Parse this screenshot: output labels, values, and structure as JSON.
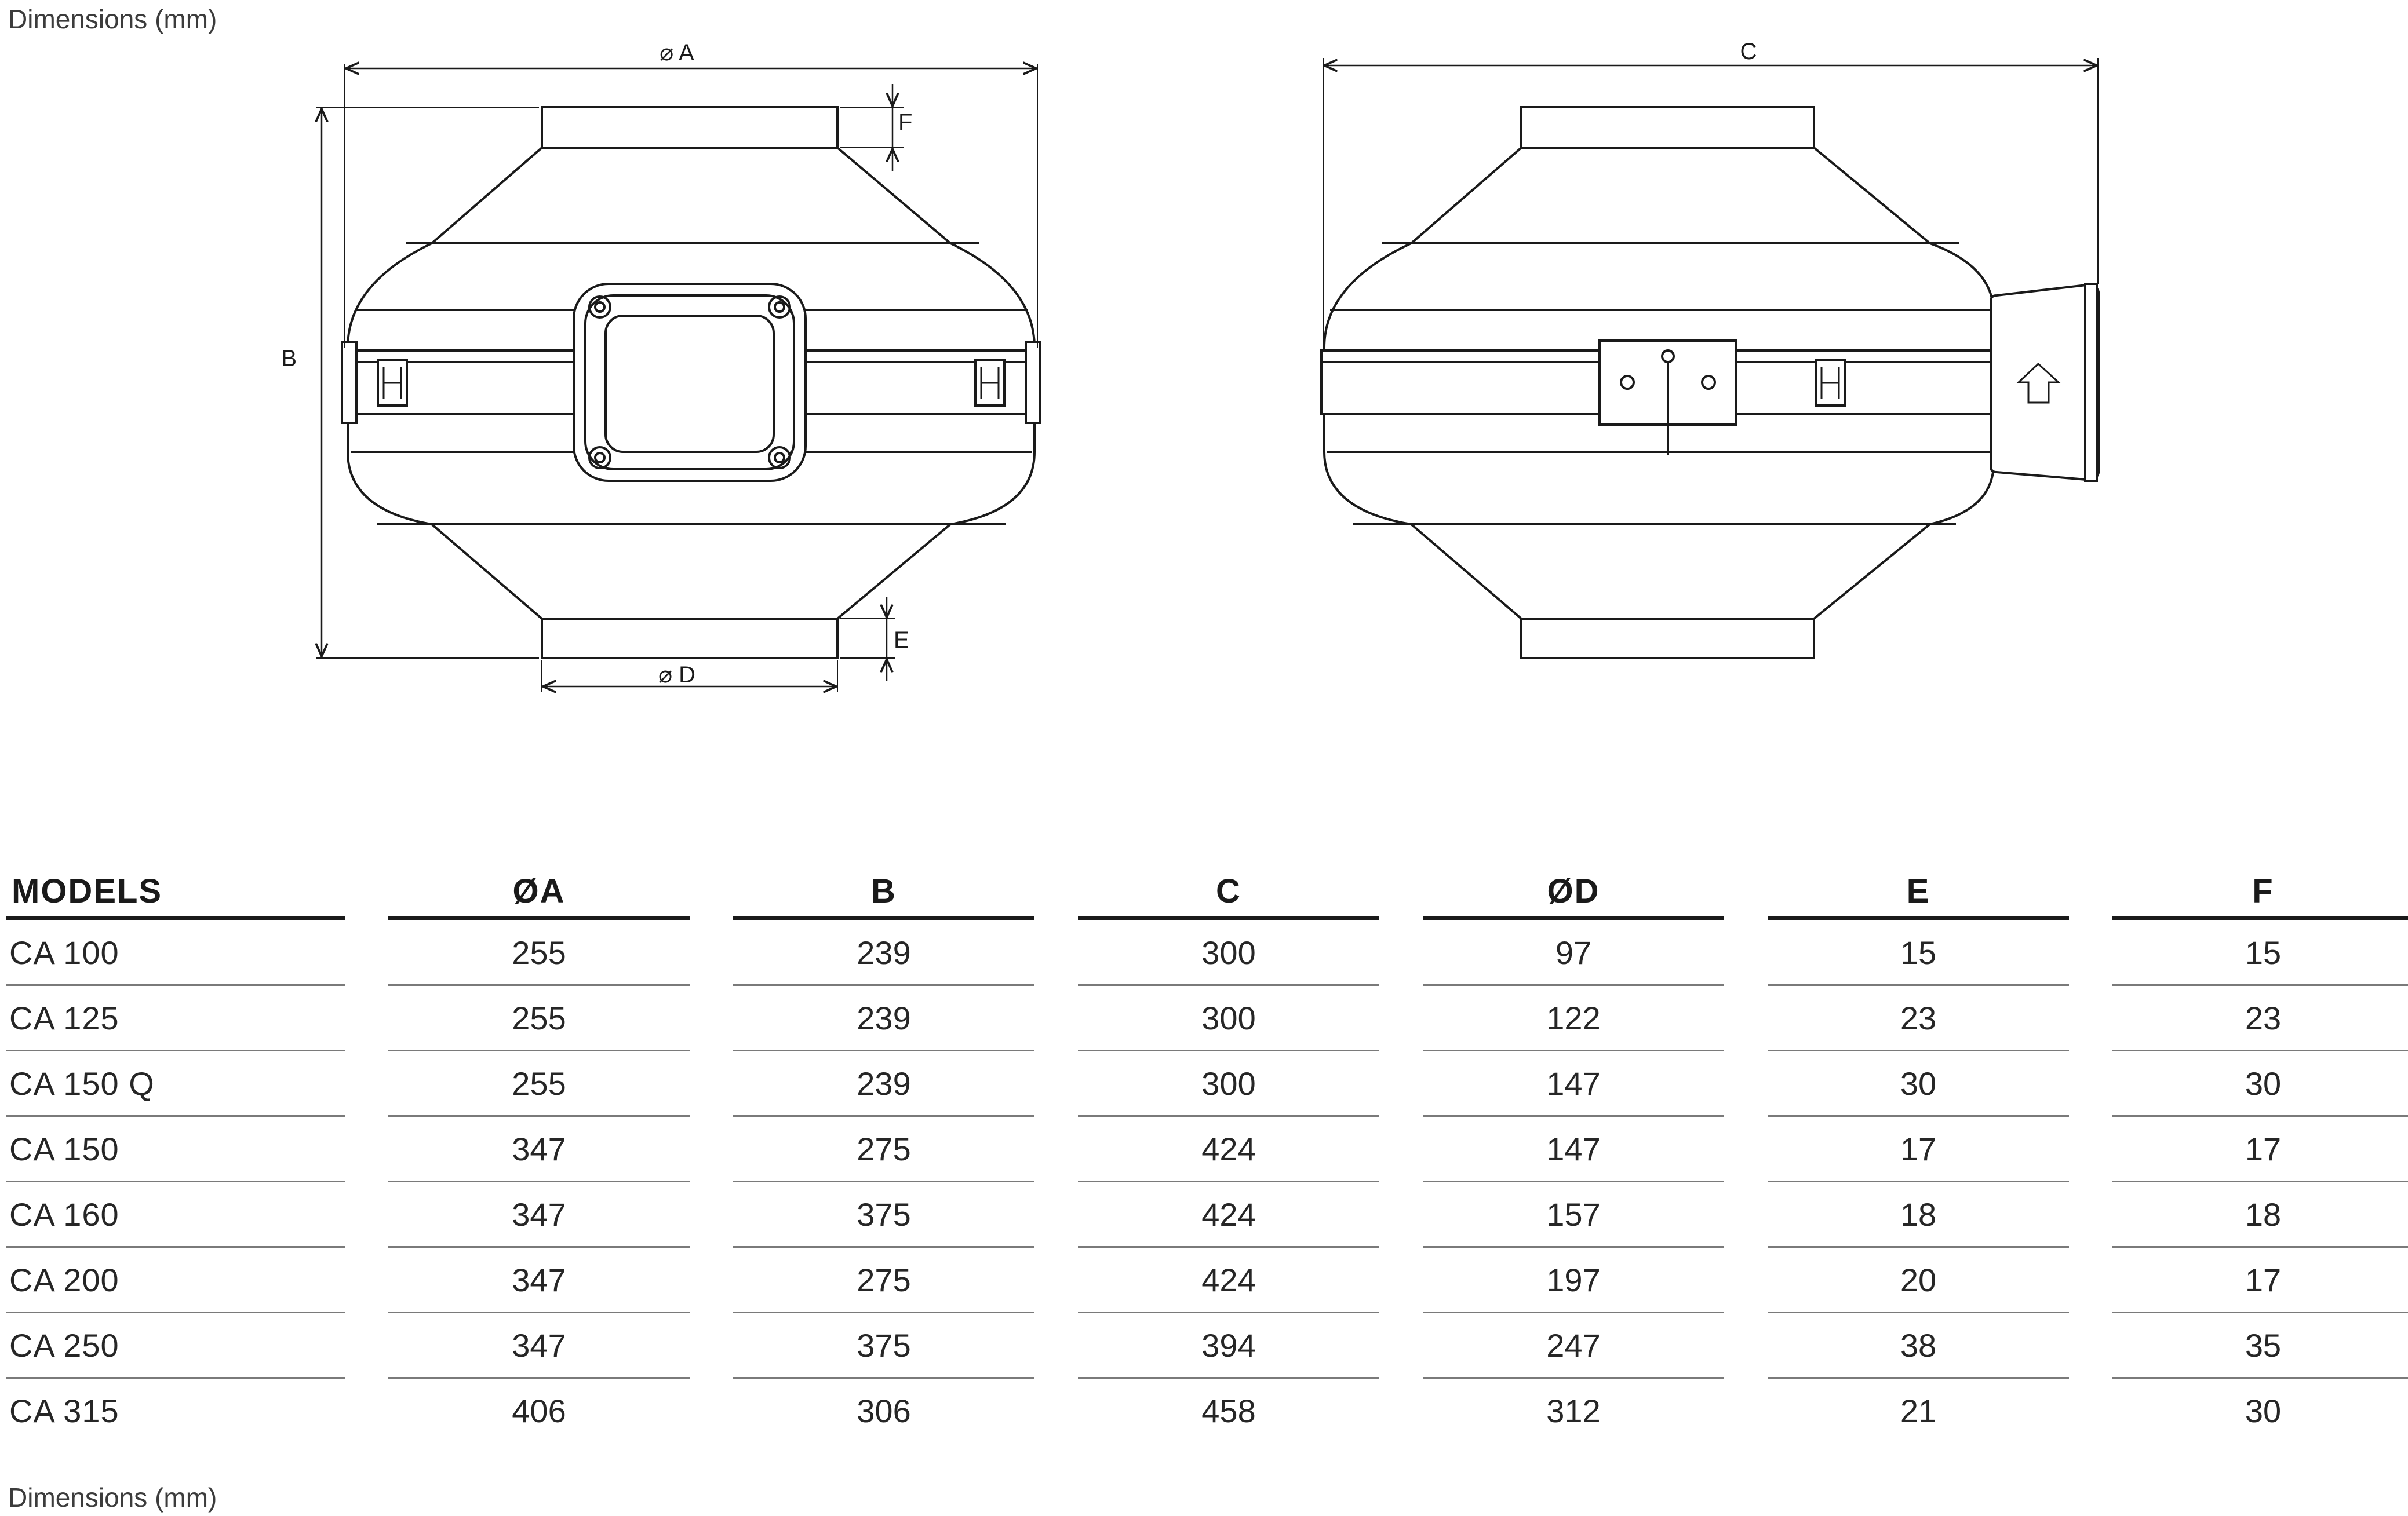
{
  "caption_top": "Dimensions (mm)",
  "caption_bottom": "Dimensions (mm)",
  "drawing_labels": {
    "a": "⌀ A",
    "b": "B",
    "c": "C",
    "d": "⌀ D",
    "e": "E",
    "f": "F"
  },
  "table": {
    "headers": [
      "MODELS",
      "ØA",
      "B",
      "C",
      "ØD",
      "E",
      "F"
    ],
    "rows": [
      [
        "CA 100",
        "255",
        "239",
        "300",
        "97",
        "15",
        "15"
      ],
      [
        "CA 125",
        "255",
        "239",
        "300",
        "122",
        "23",
        "23"
      ],
      [
        "CA 150 Q",
        "255",
        "239",
        "300",
        "147",
        "30",
        "30"
      ],
      [
        "CA 150",
        "347",
        "275",
        "424",
        "147",
        "17",
        "17"
      ],
      [
        "CA 160",
        "347",
        "375",
        "424",
        "157",
        "18",
        "18"
      ],
      [
        "CA 200",
        "347",
        "275",
        "424",
        "197",
        "20",
        "17"
      ],
      [
        "CA 250",
        "347",
        "375",
        "394",
        "247",
        "38",
        "35"
      ],
      [
        "CA 315",
        "406",
        "306",
        "458",
        "312",
        "21",
        "30"
      ]
    ]
  }
}
